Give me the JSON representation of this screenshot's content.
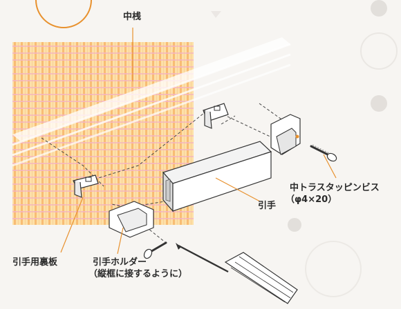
{
  "labels": {
    "center_rail": "中桟",
    "truss_screw_line1": "中トラスタッピンビス",
    "truss_screw_line2": "（φ4×20）",
    "handle": "引手",
    "back_plate": "引手用裏板",
    "holder_line1": "引手ホルダー",
    "holder_line2": "（縦框に接するように）"
  },
  "colors": {
    "screen_base": "#fde0a8",
    "screen_orange": "#f7b66b",
    "screen_pink": "#f4b4c4",
    "leader": "#e8912e",
    "line": "#333333"
  }
}
